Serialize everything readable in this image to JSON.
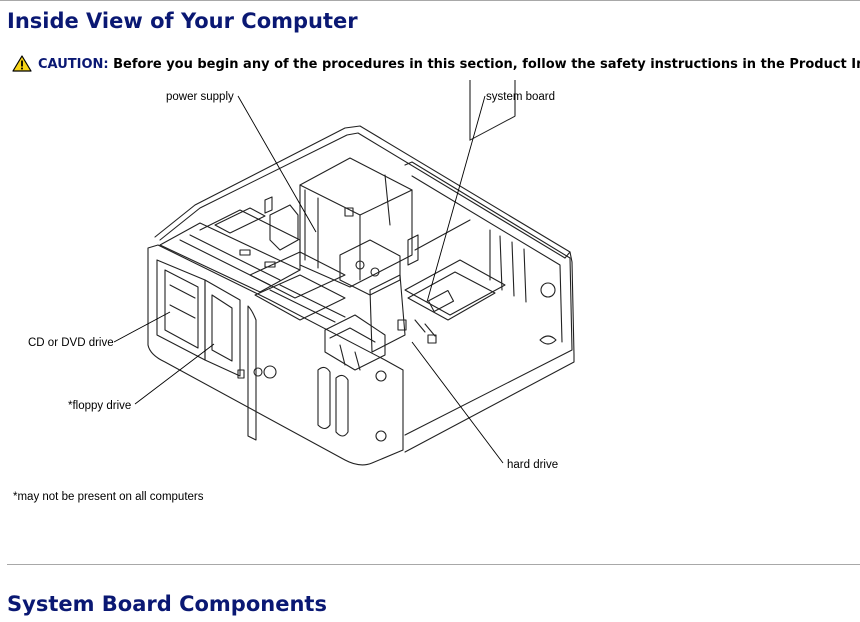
{
  "section1": {
    "title": "Inside View of Your Computer",
    "caution": {
      "label": "CAUTION:",
      "text": "Before you begin any of the procedures in this section, follow the safety instructions in the Product Information Guide."
    },
    "figure": {
      "icon": "caution-triangle-icon",
      "callouts": {
        "power_supply": "power supply",
        "system_board": "system board",
        "cd_dvd_drive": "CD or DVD drive",
        "floppy_drive": "*floppy drive",
        "hard_drive": "hard drive"
      }
    },
    "footnote": "*may not be present on all computers"
  },
  "section2": {
    "title": "System Board Components"
  },
  "colors": {
    "heading": "#0a1873",
    "rule": "#a8a8a8",
    "caution_fill": "#f7d417"
  }
}
